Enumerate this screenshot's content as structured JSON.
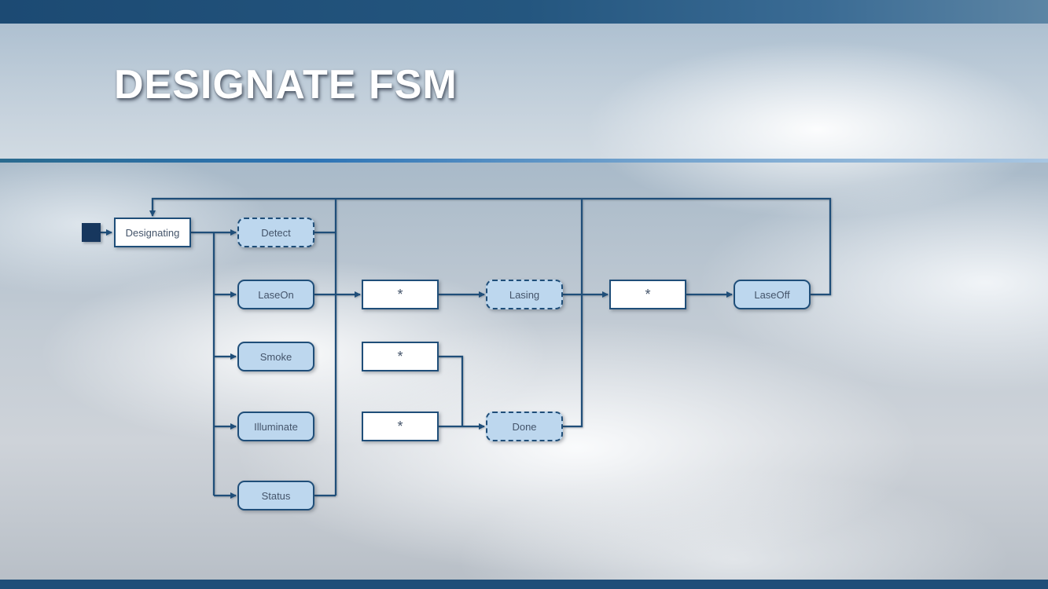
{
  "slide": {
    "title": "DESIGNATE FSM"
  },
  "colors": {
    "accent_dark_blue": "#1F4E79",
    "node_fill_light_blue": "#BDD7EE",
    "node_border_blue": "#1F4E79",
    "node_text": "#44546A",
    "title_text": "#FFFFFF"
  },
  "diagram": {
    "initial_marker": "filled-square",
    "nodes": [
      {
        "id": "designating",
        "label": "Designating",
        "shape": "rectangle",
        "fill": "white",
        "border": "solid"
      },
      {
        "id": "detect",
        "label": "Detect",
        "shape": "rounded",
        "fill": "light-blue",
        "border": "dashed"
      },
      {
        "id": "laseon",
        "label": "LaseOn",
        "shape": "rounded",
        "fill": "light-blue",
        "border": "solid"
      },
      {
        "id": "star-laseon",
        "label": "*",
        "shape": "rectangle",
        "fill": "white",
        "border": "solid"
      },
      {
        "id": "lasing",
        "label": "Lasing",
        "shape": "rounded",
        "fill": "light-blue",
        "border": "dashed"
      },
      {
        "id": "star-lasing",
        "label": "*",
        "shape": "rectangle",
        "fill": "white",
        "border": "solid"
      },
      {
        "id": "laseoff",
        "label": "LaseOff",
        "shape": "rounded",
        "fill": "light-blue",
        "border": "solid"
      },
      {
        "id": "smoke",
        "label": "Smoke",
        "shape": "rounded",
        "fill": "light-blue",
        "border": "solid"
      },
      {
        "id": "star-smoke",
        "label": "*",
        "shape": "rectangle",
        "fill": "white",
        "border": "solid"
      },
      {
        "id": "illuminate",
        "label": "Illuminate",
        "shape": "rounded",
        "fill": "light-blue",
        "border": "solid"
      },
      {
        "id": "star-illuminate",
        "label": "*",
        "shape": "rectangle",
        "fill": "white",
        "border": "solid"
      },
      {
        "id": "done",
        "label": "Done",
        "shape": "rounded",
        "fill": "light-blue",
        "border": "dashed"
      },
      {
        "id": "status",
        "label": "Status",
        "shape": "rounded",
        "fill": "light-blue",
        "border": "solid"
      }
    ],
    "edges": [
      {
        "from": "initial",
        "to": "designating"
      },
      {
        "from": "designating",
        "to": "detect"
      },
      {
        "from": "designating",
        "to": "laseon"
      },
      {
        "from": "designating",
        "to": "smoke"
      },
      {
        "from": "designating",
        "to": "illuminate"
      },
      {
        "from": "designating",
        "to": "status"
      },
      {
        "from": "laseon",
        "to": "star-laseon"
      },
      {
        "from": "star-laseon",
        "to": "lasing"
      },
      {
        "from": "lasing",
        "to": "star-lasing"
      },
      {
        "from": "star-lasing",
        "to": "laseoff"
      },
      {
        "from": "laseoff",
        "to": "designating"
      },
      {
        "from": "smoke",
        "to": "star-smoke"
      },
      {
        "from": "star-smoke",
        "to": "done"
      },
      {
        "from": "illuminate",
        "to": "star-illuminate"
      },
      {
        "from": "star-illuminate",
        "to": "done"
      },
      {
        "from": "done",
        "to": "designating"
      },
      {
        "from": "detect",
        "to": "designating"
      },
      {
        "from": "status",
        "to": "designating"
      }
    ]
  }
}
